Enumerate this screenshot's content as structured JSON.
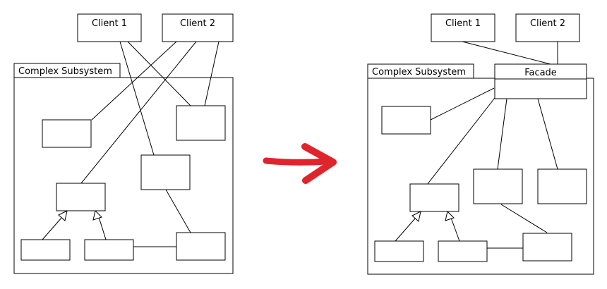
{
  "colors": {
    "stroke": "#000000",
    "background": "#ffffff",
    "arrow": "#e0242c"
  },
  "before": {
    "client_1": "Client 1",
    "client_2": "Client 2",
    "package_label": "Complex Subsystem"
  },
  "after": {
    "client_1": "Client 1",
    "client_2": "Client 2",
    "package_label": "Complex Subsystem",
    "facade_label": "Facade"
  },
  "transition_icon": "right-arrow-icon"
}
